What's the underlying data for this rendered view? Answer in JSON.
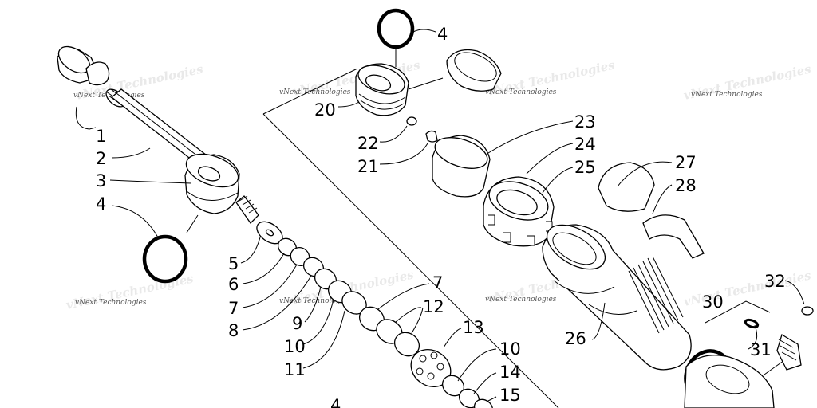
{
  "diagram": {
    "watermark_text": "vNext Technologies",
    "callouts": [
      "1",
      "2",
      "3",
      "4",
      "5",
      "6",
      "7",
      "8",
      "9",
      "10",
      "11",
      "12",
      "13",
      "14",
      "15",
      "20",
      "21",
      "22",
      "23",
      "24",
      "25",
      "26",
      "27",
      "28",
      "30",
      "31",
      "32"
    ]
  }
}
